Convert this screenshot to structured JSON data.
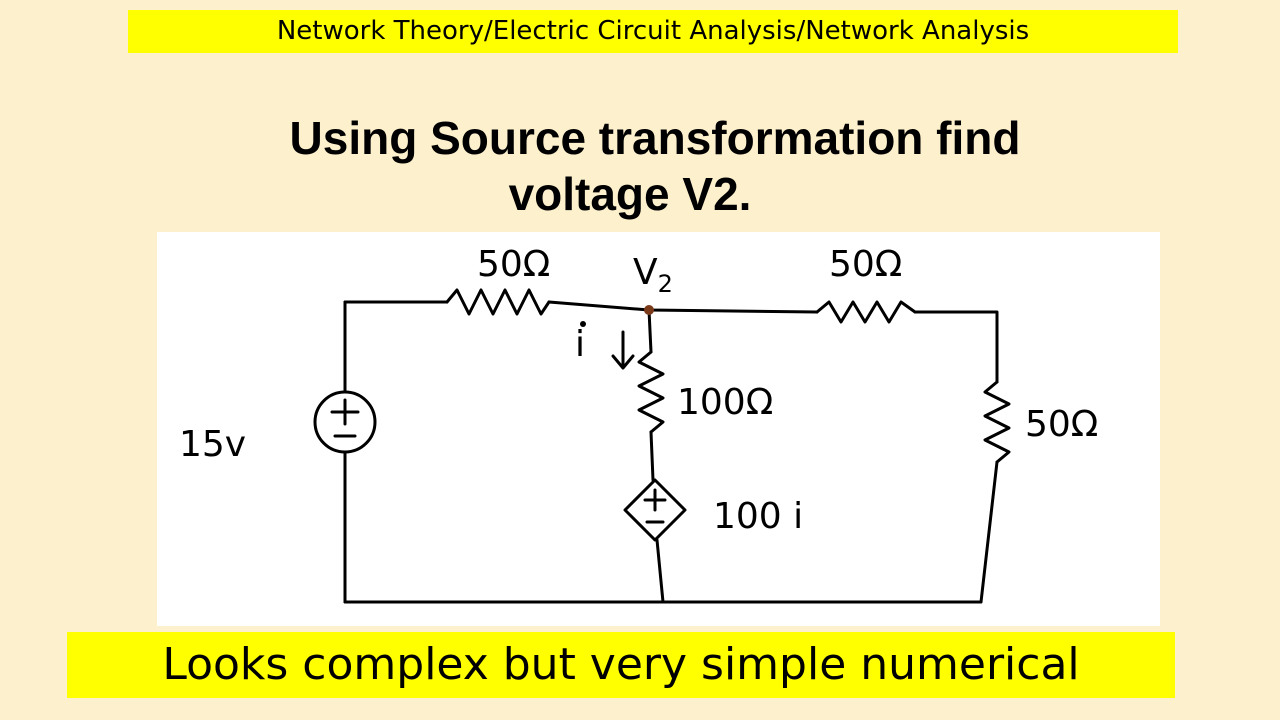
{
  "header": {
    "topic": "Network Theory/Electric Circuit Analysis/Network Analysis",
    "title_line1": "Using Source transformation find",
    "title_line2": "voltage V2."
  },
  "circuit": {
    "node_label": "V",
    "node_subscript": "2",
    "resistor_top_left": "50Ω",
    "resistor_top_right": "50Ω",
    "resistor_middle": "100Ω",
    "resistor_right": "50Ω",
    "voltage_source": "15v",
    "dependent_source": "100 i",
    "current_label": "i"
  },
  "footer": {
    "caption": "Looks complex but very simple numerical"
  }
}
